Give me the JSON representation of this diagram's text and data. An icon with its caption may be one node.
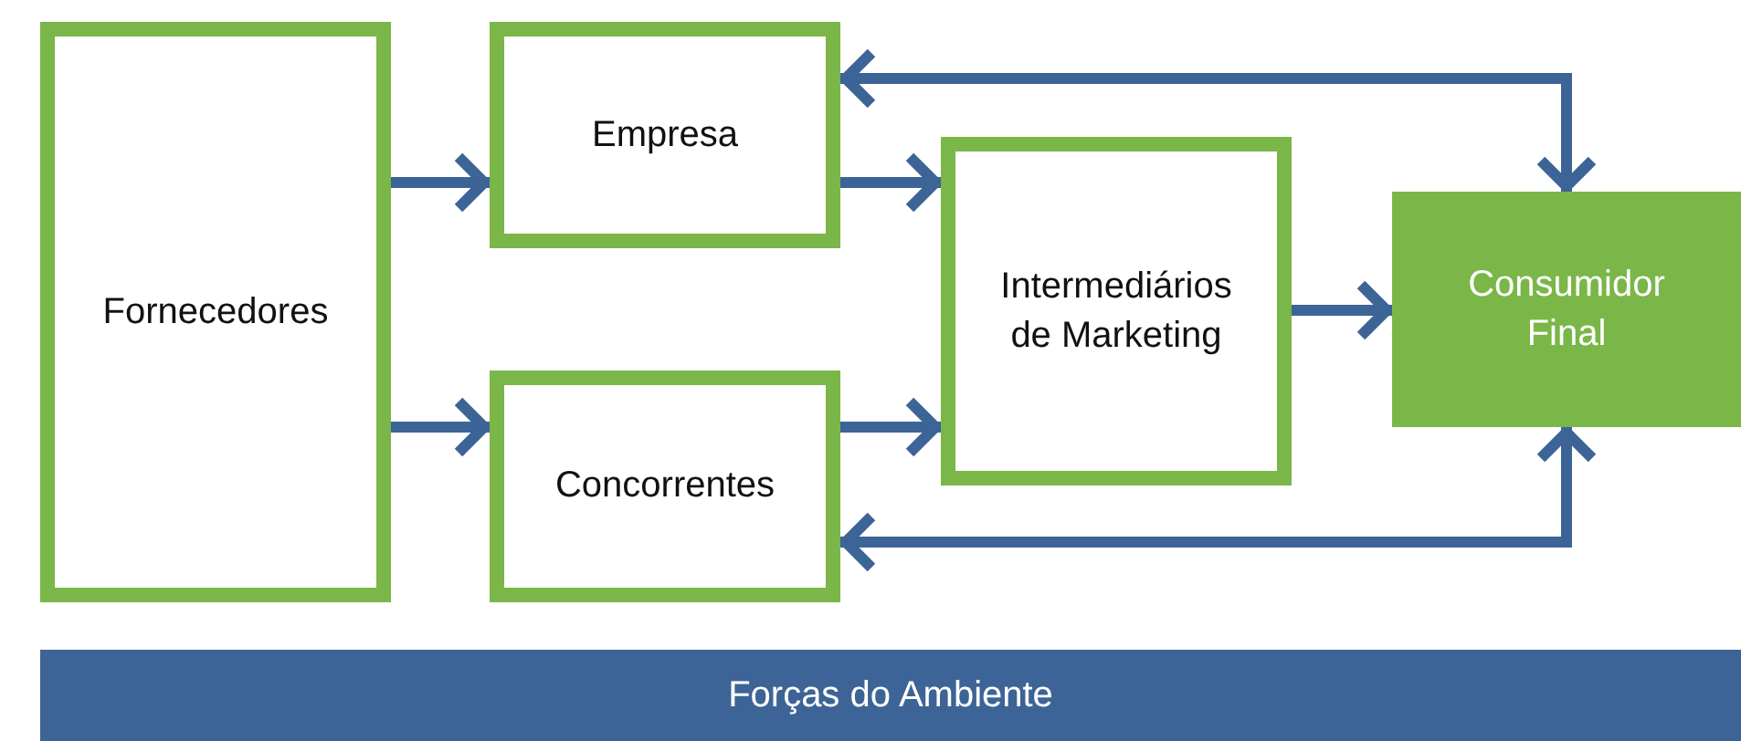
{
  "diagram": {
    "nodes": [
      {
        "text": [
          "Fornecedores"
        ]
      },
      {
        "text": [
          "Empresa"
        ]
      },
      {
        "text": [
          "Concorrentes"
        ]
      },
      {
        "text": [
          "Intermediários de Marketing"
        ]
      },
      {
        "text": [
          "Consumidor Final"
        ]
      },
      {
        "text": [
          "Forças do Ambiente"
        ]
      }
    ],
    "edges": [
      {
        "from": 0,
        "to": 1,
        "arrow": "to"
      },
      {
        "from": 0,
        "to": 2,
        "arrow": "to"
      },
      {
        "from": 1,
        "to": 3,
        "arrow": "to"
      },
      {
        "from": 2,
        "to": 3,
        "arrow": "to"
      },
      {
        "from": 3,
        "to": 4,
        "arrow": "to"
      },
      {
        "from": 4,
        "to": 1,
        "arrow": "both"
      },
      {
        "from": 4,
        "to": 2,
        "arrow": "both"
      }
    ]
  }
}
